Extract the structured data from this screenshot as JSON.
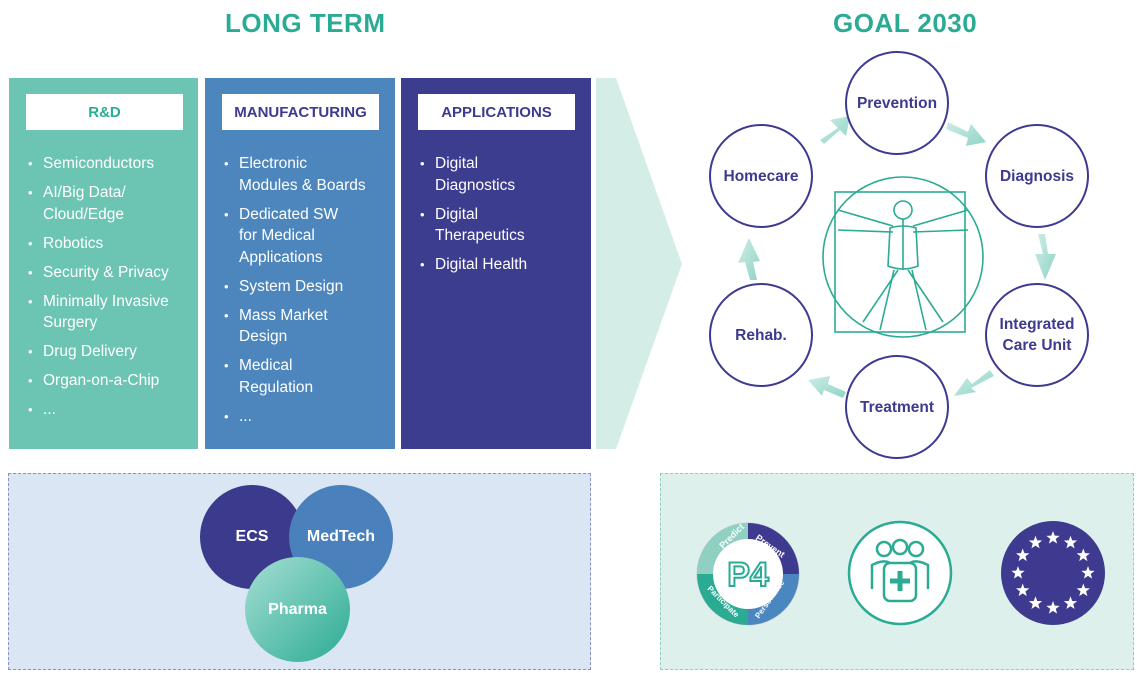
{
  "headings": {
    "long_term": "LONG TERM",
    "goal": "GOAL 2030"
  },
  "columns": [
    {
      "title": "R&D",
      "color": "#6cc4b3",
      "items": [
        "Semiconductors",
        "AI/Big Data/\nCloud/Edge",
        "Robotics",
        "Security & Privacy",
        "Minimally Invasive\nSurgery",
        "Drug Delivery",
        "Organ-on-a-Chip",
        "..."
      ]
    },
    {
      "title": "MANUFACTURING",
      "color": "#4d86bd",
      "items": [
        "Electronic\nModules & Boards",
        "Dedicated SW\nfor Medical\nApplications",
        "System Design",
        "Mass Market\nDesign",
        "Medical\nRegulation",
        "..."
      ]
    },
    {
      "title": "APPLICATIONS",
      "color": "#3d3d8f",
      "items": [
        "Digital\nDiagnostics",
        "Digital\nTherapeutics",
        "Digital Health"
      ]
    }
  ],
  "cycle": {
    "prevention": "Prevention",
    "diagnosis": "Diagnosis",
    "integrated": "Integrated\nCare Unit",
    "treatment": "Treatment",
    "rehab": "Rehab.",
    "homecare": "Homecare"
  },
  "venn": {
    "ecs": "ECS",
    "medtech": "MedTech",
    "pharma": "Pharma"
  },
  "p4": {
    "center": "P4",
    "predict": "Predict",
    "prevent": "Prevent",
    "participate": "Participate",
    "personalize": "Personalize"
  },
  "icons": {
    "care": "care-team-icon",
    "eu": "eu-flag-icon",
    "human": "vitruvian-man-icon"
  },
  "colors": {
    "teal": "#2bab94",
    "navy": "#3d3a8f",
    "light_teal": "#cfeae3",
    "light_blue": "#dbe6f4"
  }
}
